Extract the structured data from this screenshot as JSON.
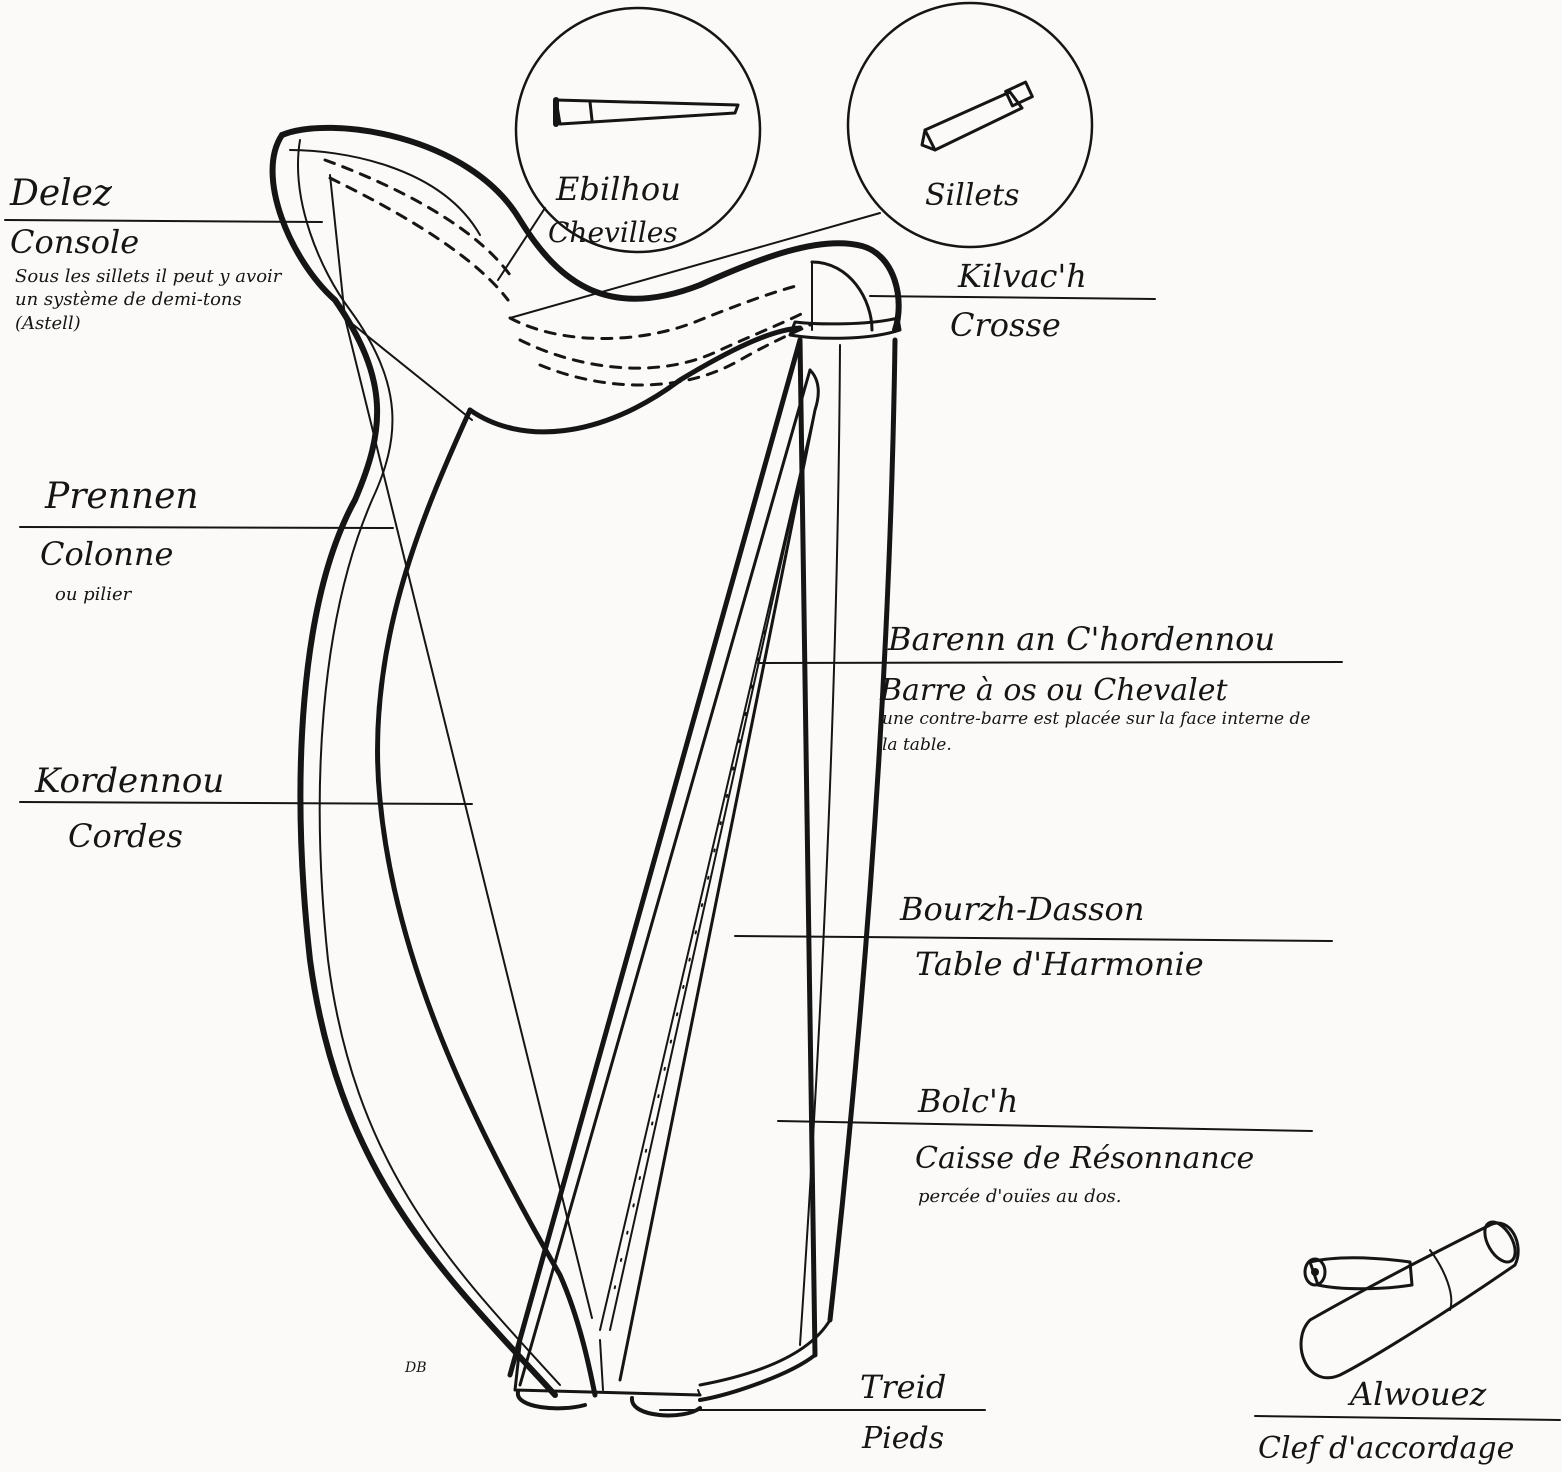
{
  "labels": {
    "delez": {
      "breton": "Delez",
      "french": "Console",
      "note": "Sous les sillets il peut y avoir un système de demi-tons (Astell)"
    },
    "prennen": {
      "breton": "Prennen",
      "french": "Colonne",
      "note": "ou pilier"
    },
    "kordennou": {
      "breton": "Kordennou",
      "french": "Cordes"
    },
    "ebilhou": {
      "breton": "Ebilhou",
      "french": "Chevilles"
    },
    "sillets": {
      "french": "Sillets"
    },
    "kilvach": {
      "breton": "Kilvac'h",
      "french": "Crosse"
    },
    "barenn": {
      "breton": "Barenn an C'hordennou",
      "french": "Barre à os ou Chevalet",
      "note": "une contre-barre est placée sur la face interne de la table."
    },
    "bouzh": {
      "breton": "Bourzh-Dasson",
      "french": "Table d'Harmonie"
    },
    "bolch": {
      "breton": "Bolc'h",
      "french": "Caisse de Résonnance",
      "note": "percée d'ouïes au dos."
    },
    "treid": {
      "breton": "Treid",
      "french": "Pieds"
    },
    "alwouez": {
      "breton": "Alwouez",
      "french": "Clef d'accordage"
    },
    "signature": "DB"
  }
}
